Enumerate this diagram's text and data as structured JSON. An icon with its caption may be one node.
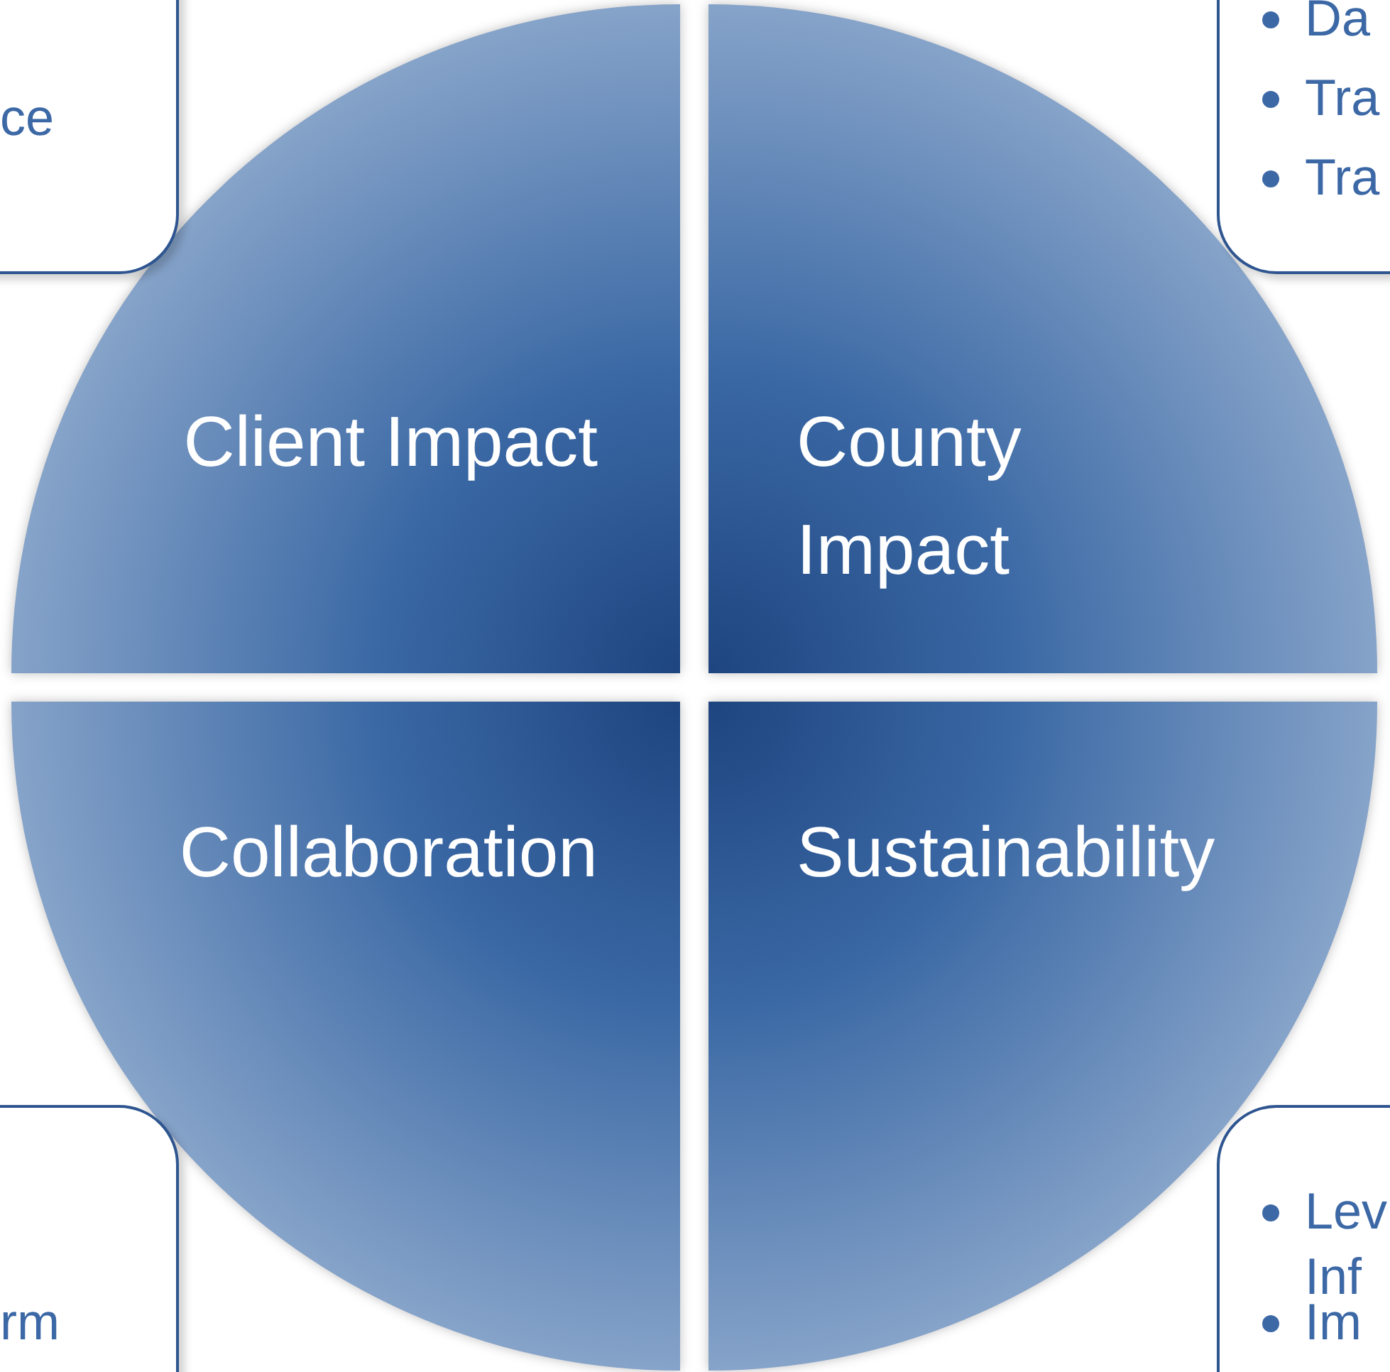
{
  "diagram": {
    "nodes": [
      {
        "text": [
          "ce"
        ]
      },
      {
        "text": [
          "Da",
          "Tra",
          "Tra"
        ]
      },
      {
        "text": [
          "Client Impact"
        ]
      },
      {
        "text": [
          "County Impact"
        ]
      },
      {
        "text": [
          "Collaboration"
        ]
      },
      {
        "text": [
          "Sustainability"
        ]
      },
      {
        "text": [
          "rm"
        ]
      },
      {
        "text": [
          "Lev Inf",
          "Im"
        ]
      }
    ]
  }
}
